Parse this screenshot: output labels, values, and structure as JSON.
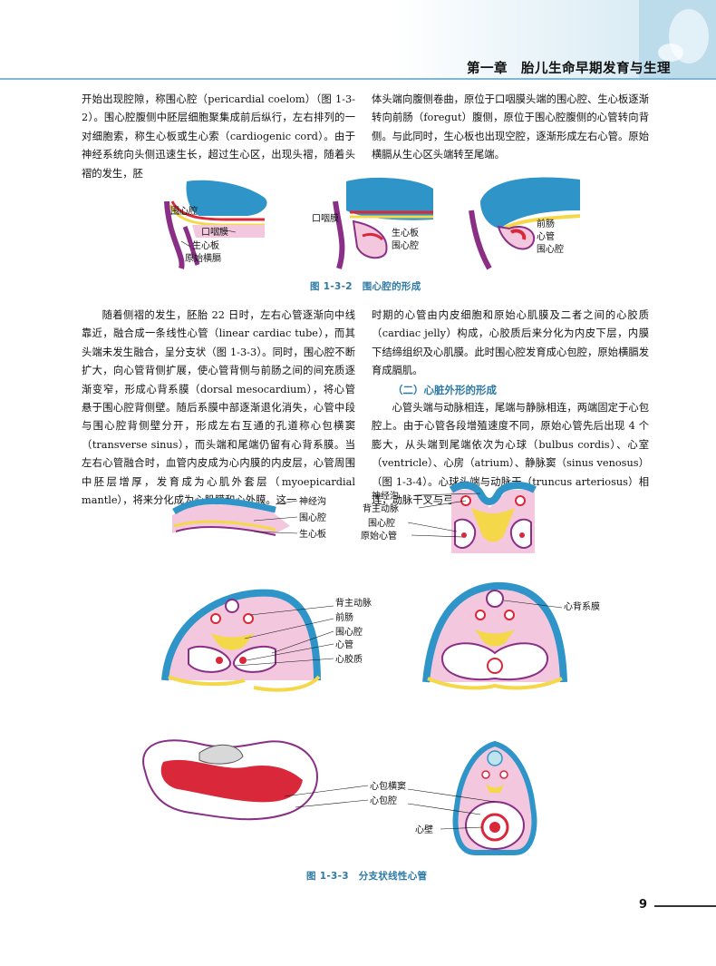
{
  "header": {
    "chapter_title": "第一章　胎儿生命早期发育与生理"
  },
  "left_top": [
    "开始出现腔隙，称围心腔（pericardial coelom）（图 1-3-2）。围心腔腹侧中胚层细胞聚集成前后纵行，左右排列的一对细胞索，称生心板或生心索（cardiogenic cord）。由于神经系统向头侧迅速生长，超过生心区，出现头褶，随着头褶的发生，胚"
  ],
  "right_top": [
    "体头端向腹侧卷曲，原位于口咽膜头端的围心腔、生心板逐渐转向前肠（foregut）腹侧，原位于围心腔腹侧的心管转向背侧。与此同时，生心板也出现空腔，逐渐形成左右心管。原始横膈从生心区头端转至尾端。"
  ],
  "fig132": {
    "caption": "图 1-3-2　围心腔的形成",
    "panel1_labels": [
      "围心腔",
      "口咽膜",
      "生心板",
      "原始横膈"
    ],
    "panel2_labels": [
      "口咽膜",
      "生心板",
      "围心腔"
    ],
    "panel3_labels": [
      "前肠",
      "心管",
      "围心腔"
    ]
  },
  "left_mid": [
    "随着侧褶的发生，胚胎 22 日时，左右心管逐渐向中线靠近，融合成一条线性心管（linear cardiac tube），而其头端未发生融合，呈分支状（图 1-3-3）。同时，围心腔不断扩大，向心管背侧扩展，使心管背侧与前肠之间的间充质逐渐变窄，形成心背系膜（dorsal mesocardium），将心管悬于围心腔背侧壁。随后系膜中部逐渐退化消失，心管中段与围心腔背侧壁分开，形成左右互通的孔道称心包横窦（transverse sinus），而头端和尾端仍留有心背系膜。当左右心管融合时，血管内皮成为心内膜的内皮层，心管周围中胚层增厚，发育成为心肌外套层（myoepicardial mantle），将来分化成为心肌膜和心外膜。这一"
  ],
  "right_mid": {
    "para_cont": "时期的心管由内皮细胞和原始心肌膜及二者之间的心胶质（cardiac jelly）构成，心胶质后来分化为内皮下层，内膜下结缔组织及心肌膜。此时围心腔发育成心包腔，原始横膈发育成膈肌。",
    "section_heading": "（二）心脏外形的形成",
    "para2": "心管头端与动脉相连，尾端与静脉相连，两端固定于心包腔上。由于心管各段增殖速度不同，原始心管先后出现 4 个膨大，从头端到尾端依次为心球（bulbus cordis）、心室（ventricle）、心房（atrium）、静脉窦（sinus venosus）（图 1-3-4）。心球头端与动脉干（truncus arteriosus）相连，动脉干叉与弓动脉"
  },
  "fig133": {
    "caption": "图 1-3-3　分支状线性心管",
    "row1_left_labels": [
      "神经沟",
      "围心腔",
      "生心板"
    ],
    "row1_right_labels": [
      "神经沟",
      "背主动脉",
      "围心腔",
      "原始心管"
    ],
    "row2_labels": [
      "背主动脉",
      "前肠",
      "围心腔",
      "心管",
      "心胶质"
    ],
    "row2_right_label": "心背系膜",
    "row3_labels": [
      "心包横窦",
      "心包腔",
      "心壁"
    ]
  },
  "footer": {
    "page_number": "9"
  },
  "colors": {
    "accent": "#2e7aa6",
    "mesoderm_pink": "#f3c7dd",
    "ectoderm_blue": "#3b9fc9",
    "endoderm_yellow": "#f5d84a",
    "heart_red": "#d9283a",
    "wall_purple": "#7a2f7a"
  }
}
